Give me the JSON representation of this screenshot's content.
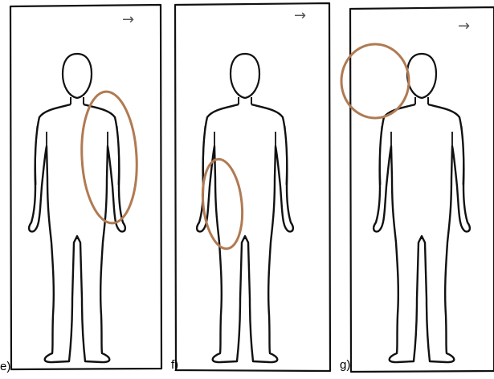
{
  "panels": [
    {
      "id": "e",
      "label": "e)",
      "arrow": "→",
      "highlight": "right-arm-and-side"
    },
    {
      "id": "f",
      "label": "f)",
      "arrow": "→",
      "highlight": "left-hand-and-thigh"
    },
    {
      "id": "g",
      "label": "g)",
      "arrow": "→",
      "highlight": "head-and-right-shoulder"
    }
  ],
  "colors": {
    "stroke": "#111111",
    "highlight": "#b07a52",
    "background": "#ffffff"
  }
}
